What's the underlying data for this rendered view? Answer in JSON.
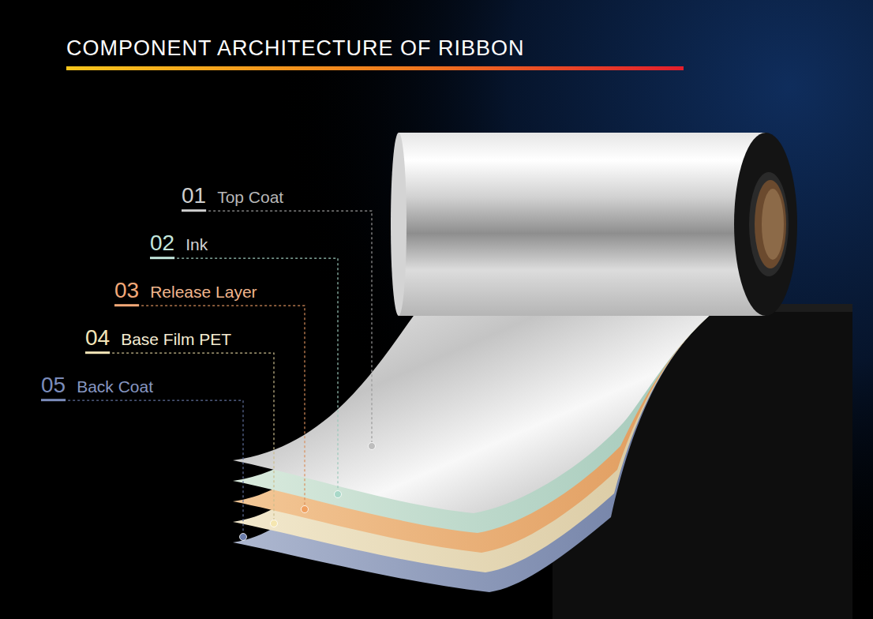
{
  "diagram": {
    "title": "COMPONENT ARCHITECTURE OF RIBBON",
    "labels": [
      "01",
      "Top Coat",
      "02",
      "Ink",
      "03",
      "Release Layer",
      "04",
      "Base Film PET",
      "05",
      "Back Coat"
    ]
  }
}
